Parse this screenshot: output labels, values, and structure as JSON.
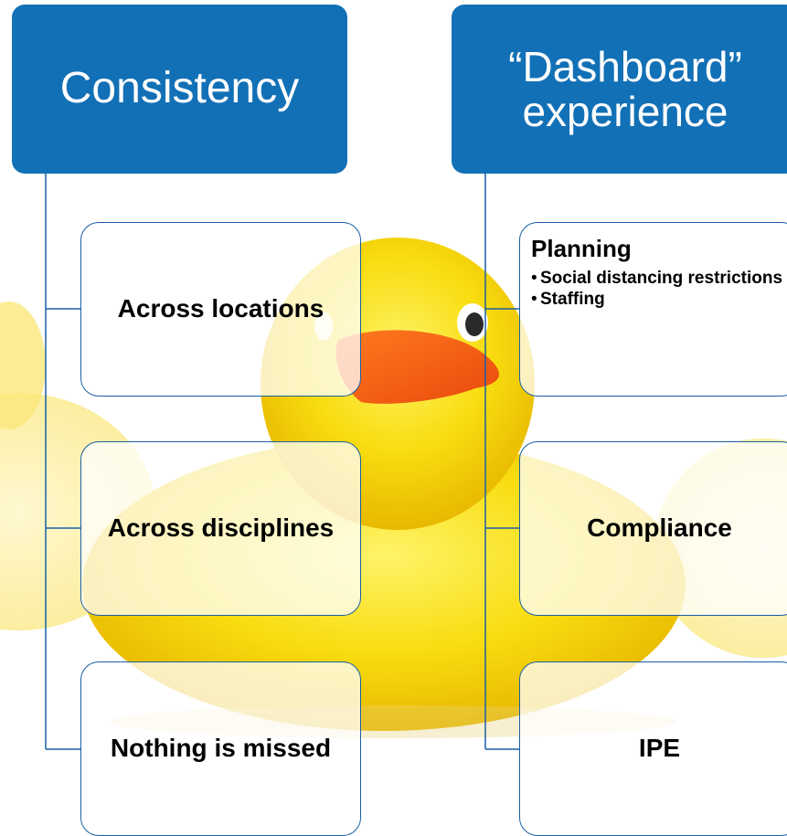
{
  "headers": {
    "left": "Consistency",
    "right": "“Dashboard” experience"
  },
  "left_items": [
    "Across locations",
    "Across disciplines",
    "Nothing is missed"
  ],
  "right_items": {
    "planning": {
      "title": "Planning",
      "bullets": [
        "Social distancing restrictions",
        "Staffing"
      ]
    },
    "compliance": "Compliance",
    "ipe": "IPE"
  },
  "colors": {
    "header_fill": "#1270b6",
    "connector": "#1a5fa3",
    "duck_body": "#f6d800",
    "duck_beak": "#f05a14"
  },
  "background": "rubber-duck-photo"
}
